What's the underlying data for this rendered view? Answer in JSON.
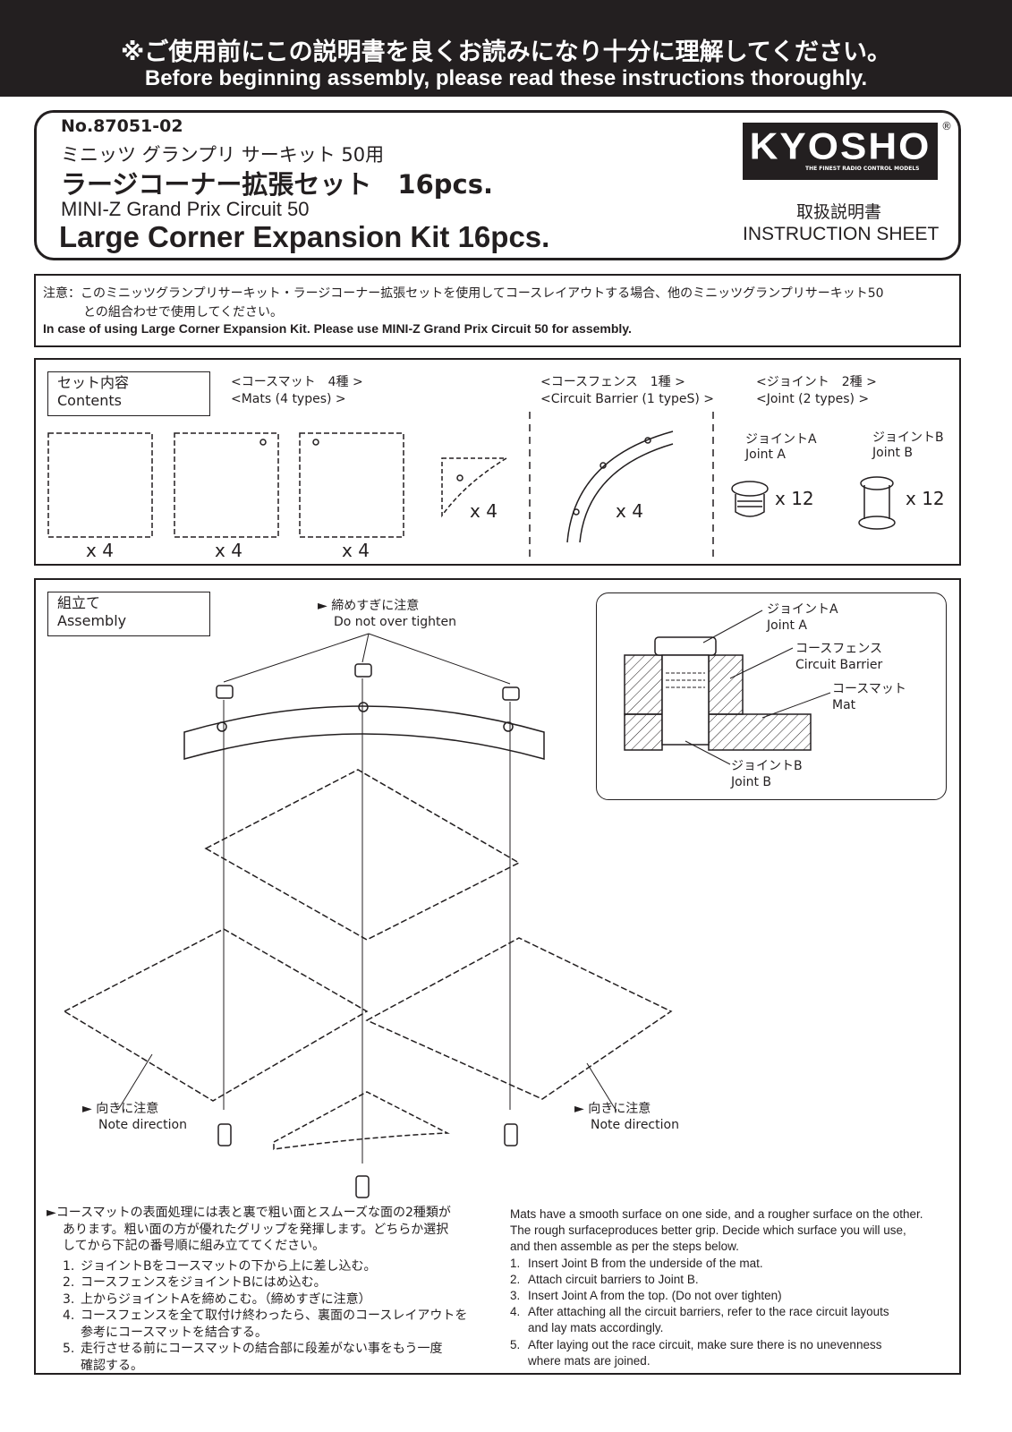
{
  "banner": {
    "jp": "※ご使用前にこの説明書を良くお読みになり十分に理解してください。",
    "en": "Before beginning assembly, please read these instructions thoroughly."
  },
  "header": {
    "product_no": "No.87051-02",
    "jp_line1": "ミニッツ グランプリ サーキット 50用",
    "jp_line2": "ラージコーナー拡張セット　16pcs.",
    "en_line1": "MINI-Z Grand Prix Circuit 50",
    "en_line2": "Large Corner Expansion Kit 16pcs.",
    "logo": "KYOSHO",
    "logo_tagline": "THE FINEST RADIO CONTROL MODELS",
    "registered": "®",
    "sheet_jp": "取扱説明書",
    "sheet_en": "INSTRUCTION SHEET"
  },
  "notice": {
    "jp_line1": "注意：このミニッツグランプリサーキット・ラージコーナー拡張セットを使用してコースレイアウトする場合、他のミニッツグランプリサーキット50",
    "jp_line2": "との組合わせで使用してください。",
    "en": "In case of using Large Corner Expansion Kit. Please use MINI-Z Grand Prix Circuit 50 for assembly."
  },
  "contents": {
    "title_jp": "セット内容",
    "title_en": "Contents",
    "mats_jp": "<コースマット　4種 >",
    "mats_en": "<Mats (4 types) >",
    "barrier_jp": "<コースフェンス　1種 >",
    "barrier_en": "<Circuit Barrier (1 typeS) >",
    "joint_jp": "<ジョイント　2種 >",
    "joint_en": "<Joint (2 types) >",
    "mat_counts": [
      "x 4",
      "x 4",
      "x 4",
      "x 4"
    ],
    "barrier_count": "x 4",
    "joint_a_jp": "ジョイントA",
    "joint_a_en": "Joint A",
    "joint_a_count": "x 12",
    "joint_b_jp": "ジョイントB",
    "joint_b_en": "Joint B",
    "joint_b_count": "x 12"
  },
  "assembly": {
    "title_jp": "組立て",
    "title_en": "Assembly",
    "tighten_jp": "► 締めすぎに注意",
    "tighten_en": "Do not over tighten",
    "direction_jp": "► 向きに注意",
    "direction_en": "Note direction",
    "detail": {
      "joint_a_jp": "ジョイントA",
      "joint_a_en": "Joint A",
      "barrier_jp": "コースフェンス",
      "barrier_en": "Circuit Barrier",
      "mat_jp": "コースマット",
      "mat_en": "Mat",
      "joint_b_jp": "ジョイントB",
      "joint_b_en": "Joint B"
    }
  },
  "instructions_jp": {
    "intro": [
      "►コースマットの表面処理には表と裏で粗い面とスムーズな面の2種類が",
      "あります。粗い面の方が優れたグリップを発揮します。どちらか選択",
      "してから下記の番号順に組み立ててください。"
    ],
    "steps": [
      {
        "n": "1.",
        "lines": [
          "ジョイントBをコースマットの下から上に差し込む。"
        ]
      },
      {
        "n": "2.",
        "lines": [
          "コースフェンスをジョイントBにはめ込む。"
        ]
      },
      {
        "n": "3.",
        "lines": [
          "上からジョイントAを締めこむ。（締めすぎに注意）"
        ]
      },
      {
        "n": "4.",
        "lines": [
          "コースフェンスを全て取付け終わったら、裏面のコースレイアウトを",
          "参考にコースマットを結合する。"
        ]
      },
      {
        "n": "5.",
        "lines": [
          "走行させる前にコースマットの結合部に段差がない事をもう一度",
          "確認する。"
        ]
      }
    ]
  },
  "instructions_en": {
    "intro": [
      "Mats have a smooth surface on one side, and a rougher surface on the other.",
      "The rough surfaceproduces better grip. Decide which surface you will use,",
      "and then assemble as per the steps below."
    ],
    "steps": [
      {
        "n": "1.",
        "lines": [
          "Insert Joint B from the underside of the mat."
        ]
      },
      {
        "n": "2.",
        "lines": [
          "Attach circuit barriers to Joint B."
        ]
      },
      {
        "n": "3.",
        "lines": [
          "Insert Joint A from the top. (Do not over tighten)"
        ]
      },
      {
        "n": "4.",
        "lines": [
          "After attaching all the circuit barriers, refer to the race circuit layouts",
          "and lay mats accordingly."
        ]
      },
      {
        "n": "5.",
        "lines": [
          "After laying out the race circuit, make sure there is no unevenness",
          "where mats are joined."
        ]
      }
    ]
  }
}
